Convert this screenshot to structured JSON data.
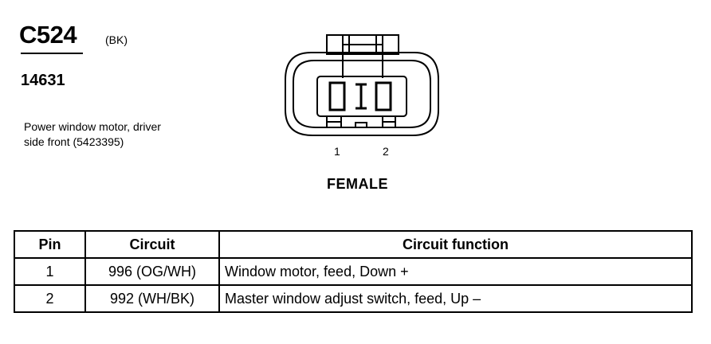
{
  "connector": {
    "id": "C524",
    "color": "(BK)",
    "part_number": "14631",
    "description_line1": "Power window motor, driver",
    "description_line2": "side front (5423395)",
    "pin_labels": [
      "1",
      "2"
    ],
    "gender": "FEMALE"
  },
  "table": {
    "headers": {
      "pin": "Pin",
      "circuit": "Circuit",
      "function": "Circuit function"
    },
    "rows": [
      {
        "pin": "1",
        "circuit": "996 (OG/WH)",
        "function": "Window motor, feed, Down +"
      },
      {
        "pin": "2",
        "circuit": "992 (WH/BK)",
        "function": "Master window adjust switch, feed, Up –"
      }
    ]
  }
}
